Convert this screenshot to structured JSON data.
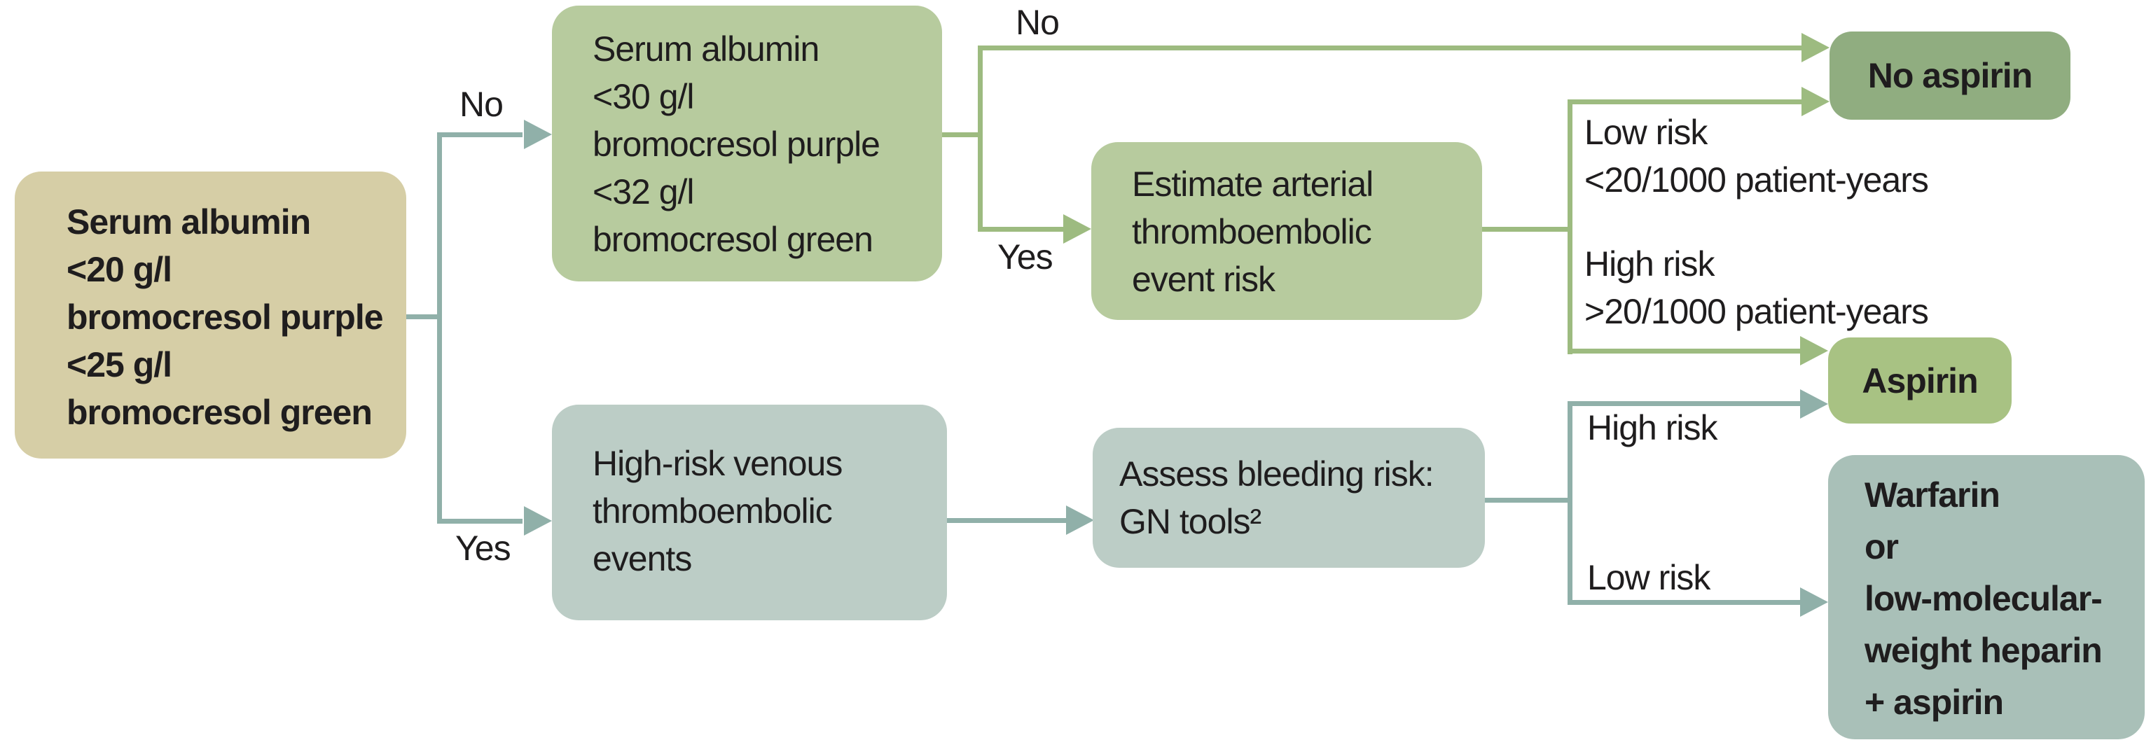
{
  "colors": {
    "tan_box": "#d6cea6",
    "green_box": "#b7cb9e",
    "dark_green_box": "#90ad80",
    "aspirin_green_box": "#a8c283",
    "bluegray_box": "#bccdc6",
    "warfarin_box": "#a9c0b8",
    "green_line": "#9dbb80",
    "teal_line": "#90b0a9",
    "text": "#1f1d1e"
  },
  "nodes": {
    "albumin_low": {
      "lines": [
        "Serum albumin",
        "<20 g/l",
        "bromocresol purple",
        "<25 g/l",
        "bromocresol green"
      ]
    },
    "albumin_mid": {
      "lines": [
        "Serum albumin",
        "<30 g/l",
        "bromocresol purple",
        "<32 g/l",
        "bromocresol green"
      ]
    },
    "estimate_arterial": {
      "lines": [
        "Estimate arterial",
        "thromboembolic",
        "event risk"
      ]
    },
    "venous_events": {
      "lines": [
        "High-risk venous",
        "thromboembolic",
        "events"
      ]
    },
    "assess_bleeding": {
      "lines": [
        "Assess bleeding risk:",
        "GN tools²"
      ]
    },
    "no_aspirin": {
      "label": "No aspirin"
    },
    "aspirin": {
      "label": "Aspirin"
    },
    "warfarin": {
      "lines": [
        "Warfarin",
        "or",
        "low-molecular-",
        "weight heparin",
        "+ aspirin"
      ]
    }
  },
  "edge_labels": {
    "no_1": "No",
    "yes_1": "Yes",
    "no_2": "No",
    "yes_2": "Yes",
    "low_risk_arterial": "Low risk",
    "low_risk_arterial_detail": "<20/1000 patient-years",
    "high_risk_arterial": "High risk",
    "high_risk_arterial_detail": ">20/1000 patient-years",
    "high_risk_bleeding": "High risk",
    "low_risk_bleeding": "Low risk"
  }
}
